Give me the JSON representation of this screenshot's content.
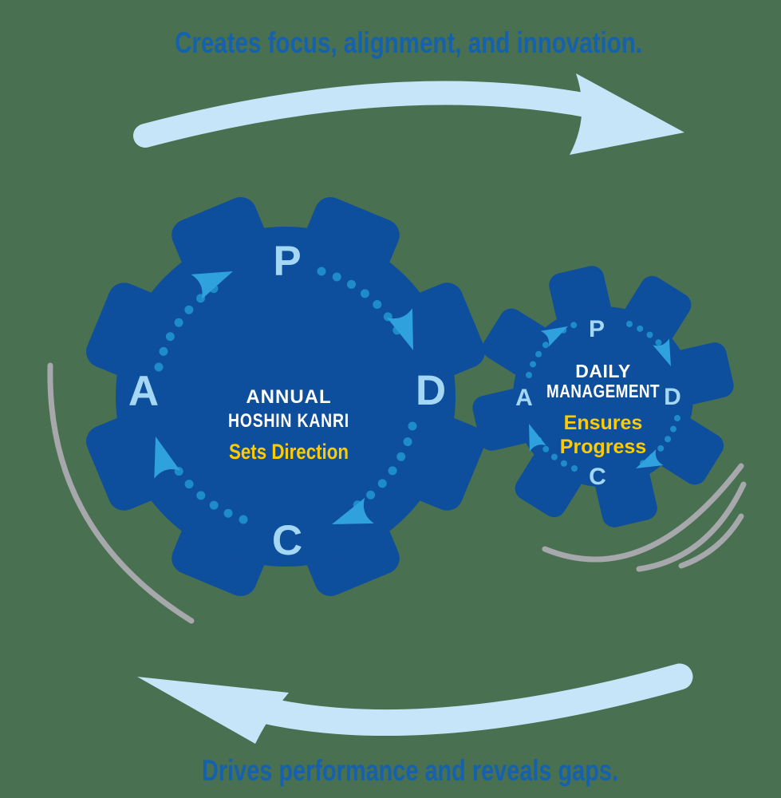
{
  "captions": {
    "top": "Creates focus, alignment, and innovation.",
    "bottom": "Drives performance and reveals gaps."
  },
  "large_gear": {
    "title_line1": "ANNUAL",
    "title_line2": "HOSHIN KANRI",
    "subtitle": "Sets Direction",
    "cycle": {
      "plan": "P",
      "do": "D",
      "check": "C",
      "act": "A"
    }
  },
  "small_gear": {
    "title_line1": "DAILY",
    "title_line2": "MANAGEMENT",
    "subtitle_line1": "Ensures",
    "subtitle_line2": "Progress",
    "cycle": {
      "plan": "P",
      "do": "D",
      "check": "C",
      "act": "A"
    }
  },
  "colors": {
    "background_green": "#4A7052",
    "gear_blue": "#0E4F9D",
    "pale_letter_blue": "#A4D7F4",
    "dot_blue": "#1D8CC9",
    "arrowhead_blue": "#2FA1DC",
    "swoosh_light_blue": "#C7E5F8",
    "caption_blue": "#1561AC",
    "accent_yellow": "#FECB00",
    "motion_gray": "#A6A8AB",
    "title_white": "#FFFFFF"
  }
}
